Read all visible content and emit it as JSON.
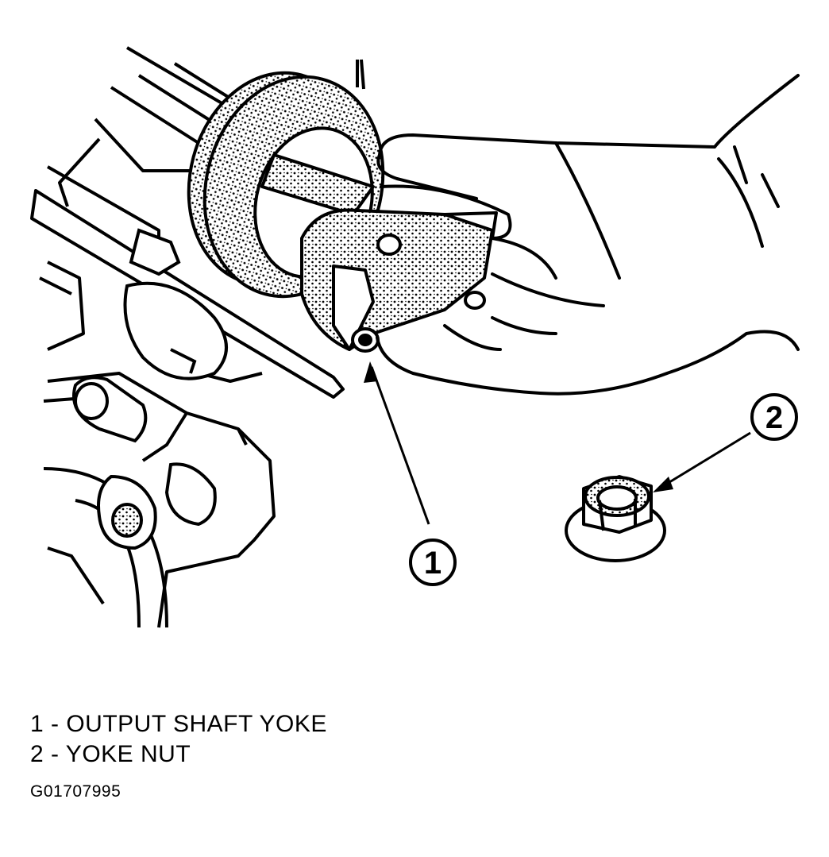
{
  "callouts": [
    {
      "number": "1",
      "part": "OUTPUT SHAFT YOKE"
    },
    {
      "number": "2",
      "part": "YOKE NUT"
    }
  ],
  "legend": [
    "1 - OUTPUT SHAFT YOKE",
    "2 - YOKE NUT"
  ],
  "figure_id": "G01707995",
  "colors": {
    "ink": "#000000",
    "paper": "#ffffff"
  }
}
